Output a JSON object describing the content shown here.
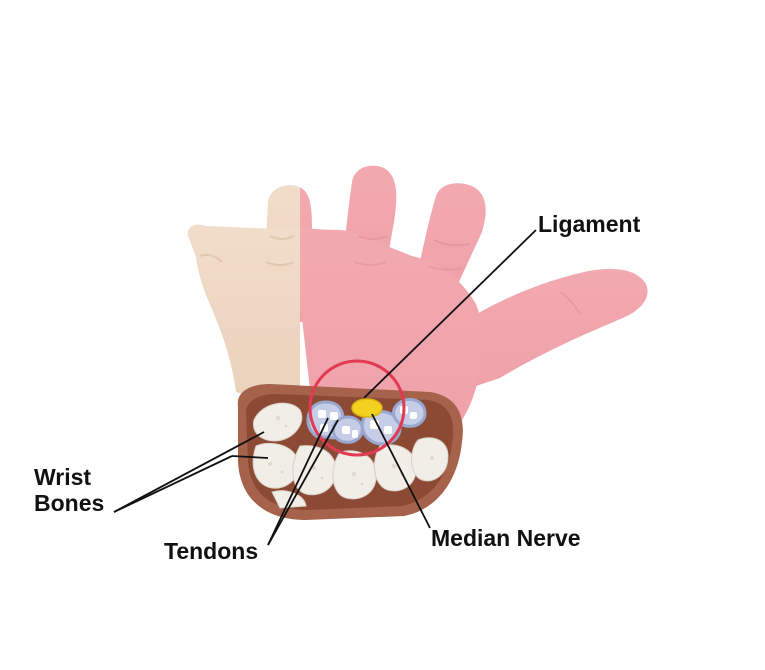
{
  "labels": {
    "ligament": "Ligament",
    "wrist_line1": "Wrist",
    "wrist_line2": "Bones",
    "tendons": "Tendons",
    "median_nerve": "Median Nerve"
  },
  "colors": {
    "background": "#ffffff",
    "skin_beige": "#efd9c6",
    "skin_pink": "#f2a7ad",
    "section_rim": "#a6624a",
    "section_interior": "#8c4a35",
    "bone": "#f1ede7",
    "tendon_sheath": "#9aa7cf",
    "nerve": "#f3d21f",
    "highlight_circle": "#e23a52",
    "leader_line": "#111111"
  }
}
